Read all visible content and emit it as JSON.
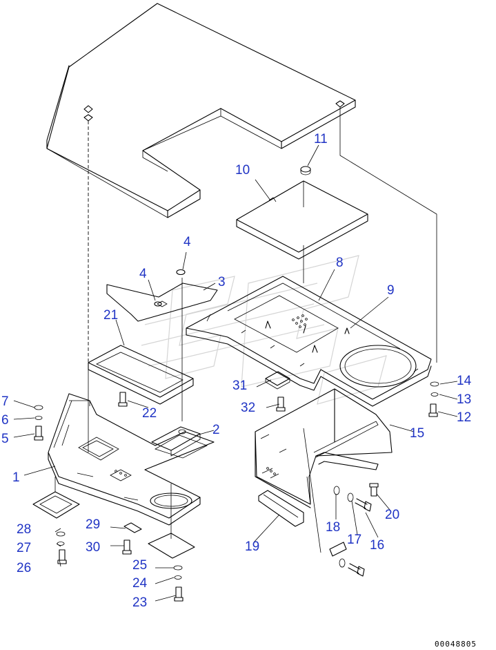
{
  "colors": {
    "callout": "#1f33c4",
    "line": "#000000",
    "watermark": "#d4d4d4"
  },
  "drawing_code": "00048805",
  "labels": {
    "p1": "1",
    "p2": "2",
    "p3": "3",
    "p4a": "4",
    "p4b": "4",
    "p5": "5",
    "p6": "6",
    "p7": "7",
    "p8": "8",
    "p9": "9",
    "p10": "10",
    "p11": "11",
    "p12": "12",
    "p13": "13",
    "p14": "14",
    "p15": "15",
    "p16": "16",
    "p17": "17",
    "p18": "18",
    "p19": "19",
    "p20": "20",
    "p21": "21",
    "p22": "22",
    "p23": "23",
    "p24": "24",
    "p25": "25",
    "p26": "26",
    "p27": "27",
    "p28": "28",
    "p29": "29",
    "p30": "30",
    "p31": "31",
    "p32": "32"
  }
}
